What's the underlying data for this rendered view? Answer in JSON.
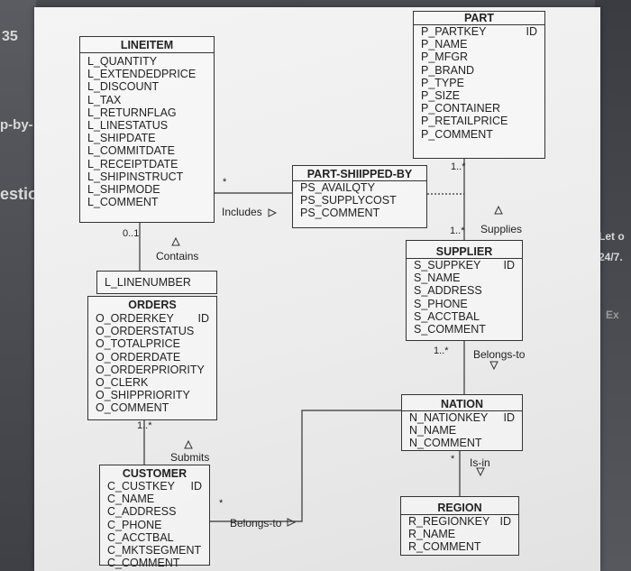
{
  "background": {
    "left_texts": [
      "35",
      "p-by-",
      "estio"
    ],
    "right_texts": [
      "Let o",
      "24/7.",
      "Ex"
    ]
  },
  "entities": {
    "lineitem": {
      "title": "LINEITEM",
      "attrs": [
        {
          "name": "L_QUANTITY",
          "key": ""
        },
        {
          "name": "L_EXTENDEDPRICE",
          "key": ""
        },
        {
          "name": "L_DISCOUNT",
          "key": ""
        },
        {
          "name": "L_TAX",
          "key": ""
        },
        {
          "name": "L_RETURNFLAG",
          "key": ""
        },
        {
          "name": "L_LINESTATUS",
          "key": ""
        },
        {
          "name": "L_SHIPDATE",
          "key": ""
        },
        {
          "name": "L_COMMITDATE",
          "key": ""
        },
        {
          "name": "L_RECEIPTDATE",
          "key": ""
        },
        {
          "name": "L_SHIPINSTRUCT",
          "key": ""
        },
        {
          "name": "L_SHIPMODE",
          "key": ""
        },
        {
          "name": "L_COMMENT",
          "key": ""
        }
      ]
    },
    "linenumber": {
      "title": "",
      "attrs": [
        {
          "name": "L_LINENUMBER",
          "key": ""
        }
      ]
    },
    "orders": {
      "title": "ORDERS",
      "attrs": [
        {
          "name": "O_ORDERKEY",
          "key": "ID"
        },
        {
          "name": "O_ORDERSTATUS",
          "key": ""
        },
        {
          "name": "O_TOTALPRICE",
          "key": ""
        },
        {
          "name": "O_ORDERDATE",
          "key": ""
        },
        {
          "name": "O_ORDERPRIORITY",
          "key": ""
        },
        {
          "name": "O_CLERK",
          "key": ""
        },
        {
          "name": "O_SHIPPRIORITY",
          "key": ""
        },
        {
          "name": "O_COMMENT",
          "key": ""
        }
      ]
    },
    "customer": {
      "title": "CUSTOMER",
      "attrs": [
        {
          "name": "C_CUSTKEY",
          "key": "ID"
        },
        {
          "name": "C_NAME",
          "key": ""
        },
        {
          "name": "C_ADDRESS",
          "key": ""
        },
        {
          "name": "C_PHONE",
          "key": ""
        },
        {
          "name": "C_ACCTBAL",
          "key": ""
        },
        {
          "name": "C_MKTSEGMENT",
          "key": ""
        },
        {
          "name": "C_COMMENT",
          "key": ""
        }
      ]
    },
    "part": {
      "title": "PART",
      "attrs": [
        {
          "name": "P_PARTKEY",
          "key": "ID"
        },
        {
          "name": "P_NAME",
          "key": ""
        },
        {
          "name": "P_MFGR",
          "key": ""
        },
        {
          "name": "P_BRAND",
          "key": ""
        },
        {
          "name": "P_TYPE",
          "key": ""
        },
        {
          "name": "P_SIZE",
          "key": ""
        },
        {
          "name": "P_CONTAINER",
          "key": ""
        },
        {
          "name": "P_RETAILPRICE",
          "key": ""
        },
        {
          "name": "P_COMMENT",
          "key": ""
        }
      ]
    },
    "partshipped": {
      "title": "PART-SHIIPPED-BY",
      "attrs": [
        {
          "name": "PS_AVAILQTY",
          "key": ""
        },
        {
          "name": "PS_SUPPLYCOST",
          "key": ""
        },
        {
          "name": "PS_COMMENT",
          "key": ""
        }
      ]
    },
    "supplier": {
      "title": "SUPPLIER",
      "attrs": [
        {
          "name": "S_SUPPKEY",
          "key": "ID"
        },
        {
          "name": "S_NAME",
          "key": ""
        },
        {
          "name": "S_ADDRESS",
          "key": ""
        },
        {
          "name": "S_PHONE",
          "key": ""
        },
        {
          "name": "S_ACCTBAL",
          "key": ""
        },
        {
          "name": "S_COMMENT",
          "key": ""
        }
      ]
    },
    "nation": {
      "title": "NATION",
      "attrs": [
        {
          "name": "N_NATIONKEY",
          "key": "ID"
        },
        {
          "name": "N_NAME",
          "key": ""
        },
        {
          "name": "N_COMMENT",
          "key": ""
        }
      ]
    },
    "region": {
      "title": "REGION",
      "attrs": [
        {
          "name": "R_REGIONKEY",
          "key": "ID"
        },
        {
          "name": "R_NAME",
          "key": ""
        },
        {
          "name": "R_COMMENT",
          "key": ""
        }
      ]
    }
  },
  "relationships": {
    "includes": "Includes",
    "contains": "Contains",
    "submits": "Submits",
    "supplies": "Supplies",
    "belongs_to_supplier": "Belongs-to",
    "belongs_to_customer": "Belongs-to",
    "is_in": "Is-in"
  },
  "multiplicities": {
    "lineitem_contains": "0..1",
    "lineitem_includes": "*",
    "part_one_many": "1..*",
    "supplier_top": "1..*",
    "supplier_bottom": "1..*",
    "orders_submits": "1..*",
    "customer_belongs": "*",
    "nation_is_in": "*"
  },
  "colors": {
    "line": "#333333",
    "paper": "#f0f0f0",
    "screen": "#4a4c52"
  }
}
